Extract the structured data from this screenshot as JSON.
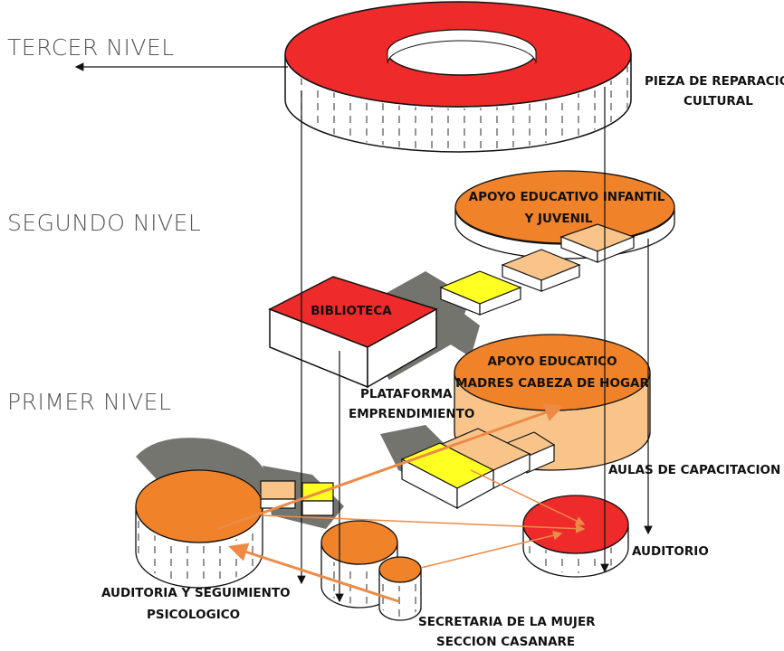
{
  "levels": {
    "tercer": "TERCER NIVEL",
    "segundo": "SEGUNDO NIVEL",
    "primer": "PRIMER NIVEL"
  },
  "labels": {
    "pieza_1": "PIEZA DE REPARACION",
    "pieza_2": "CULTURAL",
    "apoyo_infantil_1": "APOYO EDUCATIVO INFANTIL",
    "apoyo_infantil_2": "Y JUVENIL",
    "biblioteca": "BIBLIOTECA",
    "apoyo_madres_1": "APOYO EDUCATICO",
    "apoyo_madres_2": "MADRES CABEZA DE HOGAR",
    "plataforma_1": "PLATAFORMA",
    "plataforma_2": "EMPRENDIMIENTO",
    "aulas": "AULAS DE CAPACITACION",
    "auditorio": "AUDITORIO",
    "auditoria_1": "AUDITORIA Y SEGUIMIENTO",
    "auditoria_2": "PSICOLOGICO",
    "secretaria_1": "SECRETARIA DE LA MUJER",
    "secretaria_2": "SECCION CASANARE"
  },
  "colors": {
    "red": "#ee2a2a",
    "orange": "#f0822a",
    "light_orange": "#f8c48a",
    "yellow": "#ffff22",
    "side": "#ffffff",
    "shadow": "#666660",
    "arrow": "#ed8a45"
  }
}
